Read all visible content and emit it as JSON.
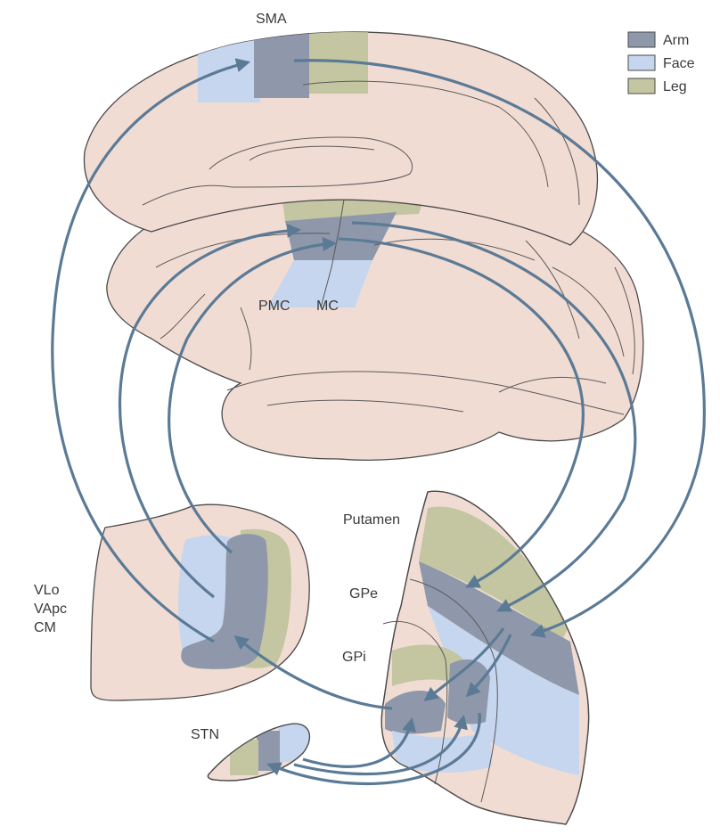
{
  "colors": {
    "arm": "#8e98aa",
    "face": "#c6d6ee",
    "leg": "#c3c6a0",
    "tissue": "#f1dcd4",
    "outline": "#4a4a4a",
    "arrow": "#5b7a96"
  },
  "legend": [
    {
      "label": "Arm",
      "color": "#8e98aa"
    },
    {
      "label": "Face",
      "color": "#c6d6ee"
    },
    {
      "label": "Leg",
      "color": "#c3c6a0"
    }
  ],
  "labels": {
    "sma": "SMA",
    "pmc": "PMC",
    "mc": "MC",
    "putamen": "Putamen",
    "gpe": "GPe",
    "gpi": "GPi",
    "stn": "STN",
    "thalamus": [
      "VLo",
      "VApc",
      "CM"
    ]
  }
}
